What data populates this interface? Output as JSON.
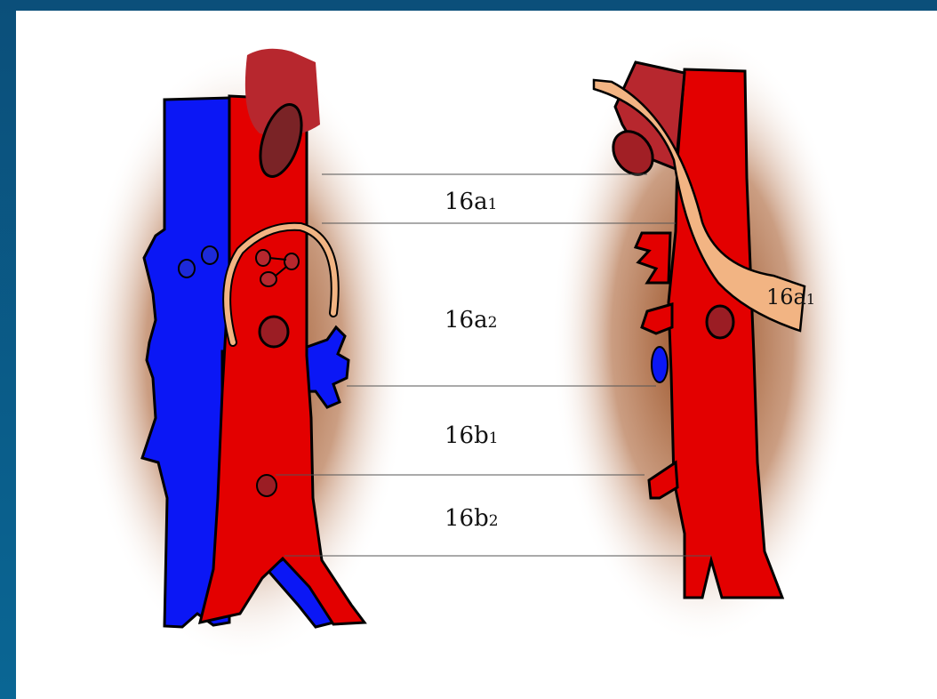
{
  "diagram": {
    "segment_labels": {
      "a1": "16a1",
      "a2": "16a2",
      "b1": "16b1",
      "b2": "16b2"
    },
    "side_label": "16a1",
    "colors": {
      "aorta": "#e30000",
      "vena_cava": "#0b17f5",
      "kidney_vein_stump": "#b7272e",
      "ovals": "#9b1d24",
      "ligament": "#f2b483",
      "halo": "#8a3a0b",
      "frame": "#0a5b8a"
    }
  }
}
